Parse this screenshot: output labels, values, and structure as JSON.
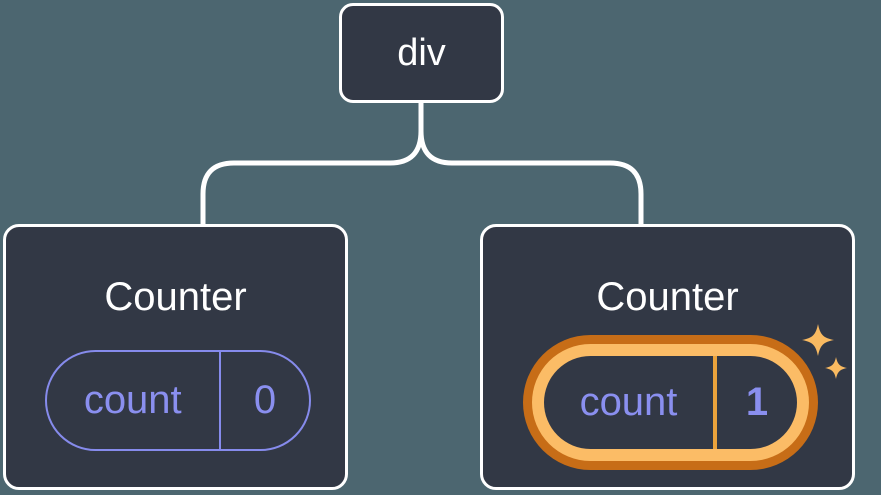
{
  "diagram": {
    "description": "Component tree diagram: a div root element with two Counter component children, each holding a count state pill; the second counter's state is highlighted",
    "root": {
      "label": "div"
    },
    "children": [
      {
        "title": "Counter",
        "state": {
          "key": "count",
          "value": "0"
        },
        "highlighted": false
      },
      {
        "title": "Counter",
        "state": {
          "key": "count",
          "value": "1"
        },
        "highlighted": true
      }
    ]
  },
  "colors": {
    "background": "#4C6670",
    "node_background": "#323845",
    "node_border": "#FFFFFF",
    "connector": "#FFFFFF",
    "state_accent": "#868BEC",
    "state_text": "#8A8FEF",
    "highlight_ring_outer": "#C76D17",
    "highlight_ring_inner": "#FBBC66",
    "highlight_divider": "#EBA33C",
    "sparkle": "#F9BA61"
  }
}
